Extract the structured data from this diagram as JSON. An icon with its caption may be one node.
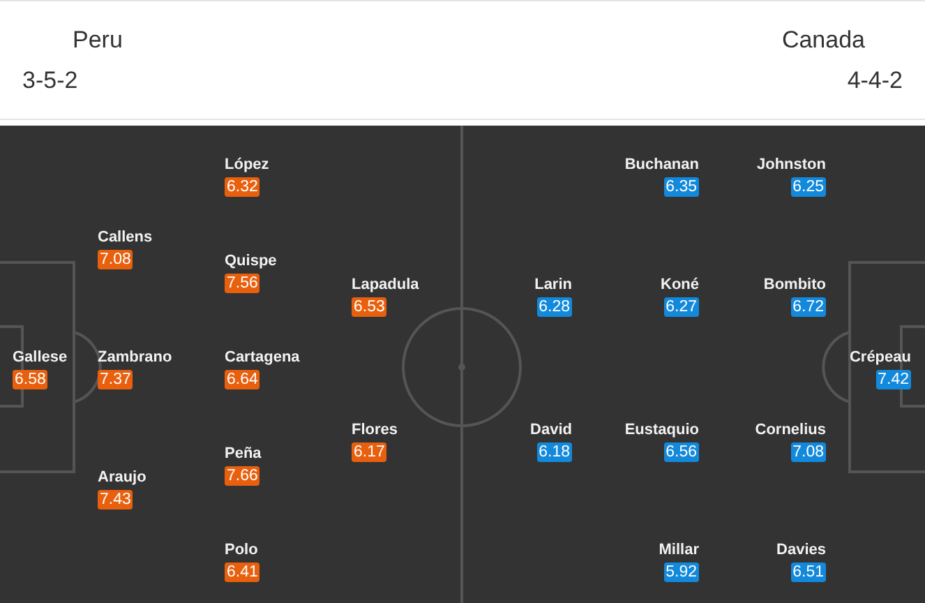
{
  "diagram": {
    "nodes": [
      {
        "text": [
          "Gallese",
          "6.58"
        ]
      },
      {
        "text": [
          "Callens",
          "7.08"
        ]
      },
      {
        "text": [
          "Zambrano",
          "7.37"
        ]
      },
      {
        "text": [
          "Araujo",
          "7.43"
        ]
      },
      {
        "text": [
          "López",
          "6.32"
        ]
      },
      {
        "text": [
          "Quispe",
          "7.56"
        ]
      },
      {
        "text": [
          "Cartagena",
          "6.64"
        ]
      },
      {
        "text": [
          "Peña",
          "7.66"
        ]
      },
      {
        "text": [
          "Polo",
          "6.41"
        ]
      },
      {
        "text": [
          "Lapadula",
          "6.53"
        ]
      },
      {
        "text": [
          "Flores",
          "6.17"
        ]
      },
      {
        "text": [
          "Crépeau",
          "7.42"
        ]
      },
      {
        "text": [
          "Johnston",
          "6.25"
        ]
      },
      {
        "text": [
          "Bombito",
          "6.72"
        ]
      },
      {
        "text": [
          "Cornelius",
          "7.08"
        ]
      },
      {
        "text": [
          "Davies",
          "6.51"
        ]
      },
      {
        "text": [
          "Buchanan",
          "6.35"
        ]
      },
      {
        "text": [
          "Koné",
          "6.27"
        ]
      },
      {
        "text": [
          "Eustaquio",
          "6.56"
        ]
      },
      {
        "text": [
          "Millar",
          "5.92"
        ]
      },
      {
        "text": [
          "Larin",
          "6.28"
        ]
      },
      {
        "text": [
          "David",
          "6.18"
        ]
      }
    ],
    "labels": [
      "Peru",
      "3-5-2",
      "Canada",
      "4-4-2"
    ]
  }
}
